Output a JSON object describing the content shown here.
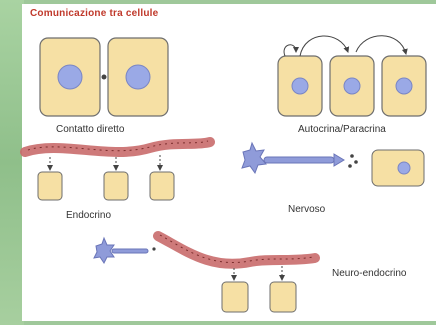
{
  "title": "Comunicazione tra cellule",
  "labels": {
    "contatto_diretto": "Contatto diretto",
    "autocrina_paracrina": "Autocrina/Paracrina",
    "nervoso": "Nervoso",
    "endocrino": "Endocrino",
    "neuro_endocrino": "Neuro-endocrino"
  },
  "colors": {
    "cell_fill": "#f6e0a4",
    "cell_stroke": "#6e6e6e",
    "nucleus": "#9aa9e6",
    "vessel": "#c96b6b",
    "neuron": "#8f9bd9",
    "title": "#c0392b",
    "background": "#9fc89a"
  }
}
